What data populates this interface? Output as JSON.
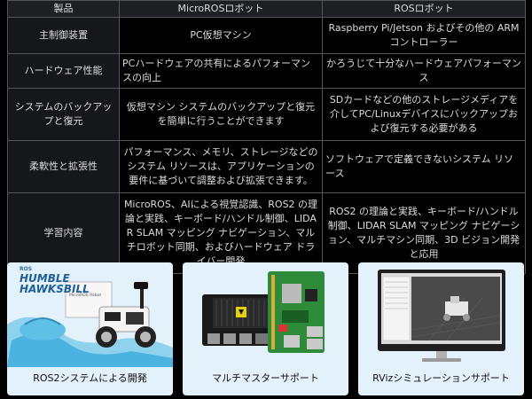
{
  "table": {
    "headers": [
      "製品",
      "MicroROSロボット",
      "ROSロボット"
    ],
    "rows": [
      {
        "label": "主制御装置",
        "micro": "PC仮想マシン",
        "ros": "Raspberry Pi/Jetson およびその他の ARM コントローラー"
      },
      {
        "label": "ハードウェア性能",
        "micro": "PCハードウェアの共有によるパフォーマンスの向上",
        "ros": "かろうじて十分なハードウェアパフォーマンス"
      },
      {
        "label": "システムのバックアップと復元",
        "micro": "仮想マシン システムのバックアップと復元を簡単に行うことができます",
        "ros": "SDカードなどの他のストレージメディアを介してPC/Linuxデバイスにバックアップおよび復元する必要がある"
      },
      {
        "label": "柔軟性と拡張性",
        "micro": "パフォーマンス、メモリ、ストレージなどのシステム リソースは、アプリケーションの要件に基づいて調整および拡張できます。",
        "ros": "ソフトウェアで定義できないシステム リソース"
      },
      {
        "label": "学習内容",
        "micro": "MicroROS、AIによる視覚認識、ROS2 の理論と実践、キーボード/ハンドル制御、LIDAR SLAM マッピング ナビゲーション、マルチロボット同期、およびハードウェア ドライバー開発",
        "ros": "ROS2 の理論と実践、キーボード/ハンドル制御、LIDAR SLAM マッピング ナビゲーション、マルチマシン同期、3D ビジョン開発と応用"
      }
    ]
  },
  "cards": [
    {
      "caption": "ROS2システムによる開発",
      "brand_small": "ROS",
      "brand_line1": "HUMBLE",
      "brand_line2": "HAWKSBILL",
      "box_label": "MicroROS Robot"
    },
    {
      "caption": "マルチマスターサポート"
    },
    {
      "caption": "RVizシミュレーションサポート"
    }
  ],
  "colors": {
    "background": "#000000",
    "card_bg": "#e3f1fb",
    "table_border": "#555555",
    "text": "#dcdcdc"
  }
}
